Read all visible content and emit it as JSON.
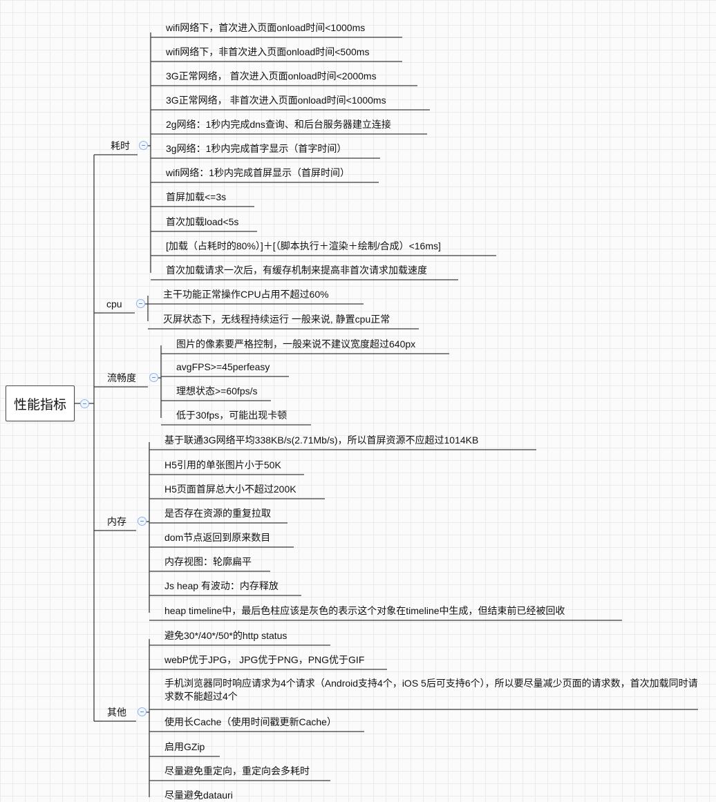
{
  "mindmap": {
    "root": "性能指标",
    "branches": [
      {
        "label": "耗时",
        "items": [
          "wifi网络下，首次进入页面onload时间<1000ms",
          "wifi网络下，非首次进入页面onload时间<500ms",
          "3G正常网络， 首次进入页面onload时间<2000ms",
          "3G正常网络， 非首次进入页面onload时间<1000ms",
          "2g网络：1秒内完成dns查询、和后台服务器建立连接",
          "3g网络：1秒内完成首字显示（首字时间）",
          "wifi网络：1秒内完成首屏显示（首屏时间）",
          "首屏加载<=3s",
          "首次加载load<5s",
          "[加载（占耗时的80%）]＋[（脚本执行＋渲染＋绘制/合成）<16ms]",
          "首次加载请求一次后，有缓存机制来提高非首次请求加载速度"
        ]
      },
      {
        "label": "cpu",
        "items": [
          "主干功能正常操作CPU占用不超过60%",
          "灭屏状态下，无线程持续运行 一般来说, 静置cpu正常"
        ]
      },
      {
        "label": "流畅度",
        "items": [
          "图片的像素要严格控制，一般来说不建议宽度超过640px",
          "avgFPS>=45perfeasy",
          "理想状态>=60fps/s",
          "低于30fps，可能出现卡顿"
        ]
      },
      {
        "label": "内存",
        "items": [
          "基于联通3G网络平均338KB/s(2.71Mb/s)，所以首屏资源不应超过1014KB",
          "H5引用的单张图片小于50K",
          "H5页面首屏总大小不超过200K",
          "是否存在资源的重复拉取",
          "dom节点返回到原来数目",
          "内存视图：轮廓扁平",
          "Js heap 有波动：内存释放",
          "heap timeline中，最后色柱应该是灰色的表示这个对象在timeline中生成，但结束前已经被回收"
        ]
      },
      {
        "label": "其他",
        "items": [
          "避免30*/40*/50*的http status",
          "webP优于JPG， JPG优于PNG，PNG优于GIF",
          "手机浏览器同时响应请求为4个请求（Android支持4个，iOS 5后可支持6个），所以要尽量减少页面的请求数，首次加载同时请求数不能超过4个",
          "使用长Cache（使用时间戳更新Cache）",
          "启用GZip",
          "尽量避免重定向，重定向会多耗时",
          "尽量避免datauri"
        ]
      }
    ]
  }
}
